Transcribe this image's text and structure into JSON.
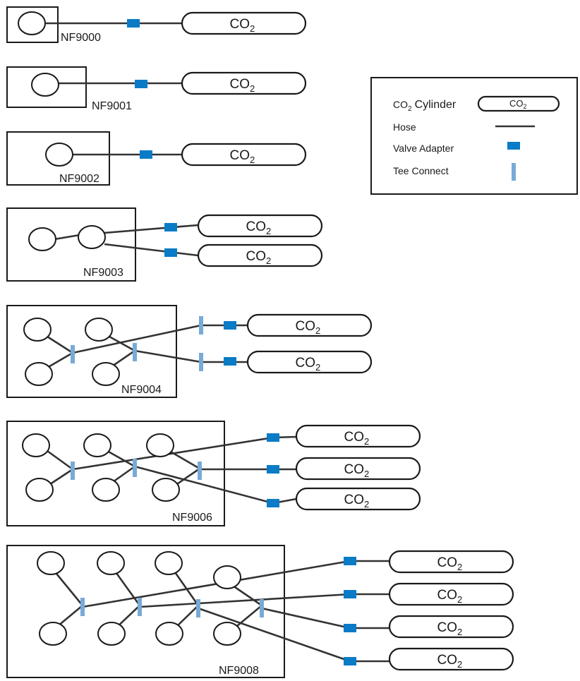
{
  "colors": {
    "valve_adapter": "#0a7bc6",
    "tee_connect": "#78aad7",
    "hose": "#333333",
    "outline": "#1a1a1a"
  },
  "cylinder": {
    "main": "CO",
    "sub": "2"
  },
  "legend": {
    "cylinder_main": "CO",
    "cylinder_sub": "2",
    "cylinder_word": "Cylinder",
    "hose": "Hose",
    "valve_adapter": "Valve Adapter",
    "tee_connect": "Tee Connect"
  },
  "models": [
    {
      "label": "NF9000",
      "nozzles": 1,
      "cylinders": 1
    },
    {
      "label": "NF9001",
      "nozzles": 1,
      "cylinders": 1
    },
    {
      "label": "NF9002",
      "nozzles": 1,
      "cylinders": 1
    },
    {
      "label": "NF9003",
      "nozzles": 2,
      "cylinders": 2
    },
    {
      "label": "NF9004",
      "nozzles": 4,
      "cylinders": 2
    },
    {
      "label": "NF9006",
      "nozzles": 6,
      "cylinders": 3
    },
    {
      "label": "NF9008",
      "nozzles": 8,
      "cylinders": 4
    }
  ]
}
